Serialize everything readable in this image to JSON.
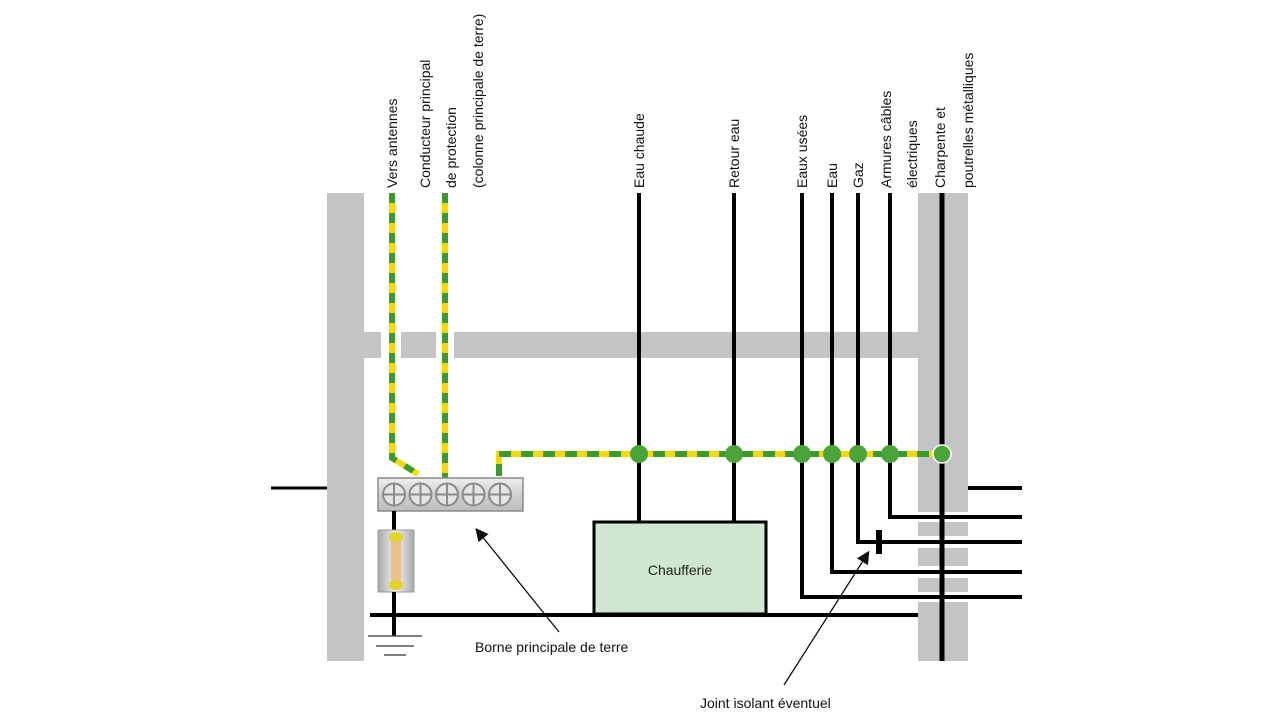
{
  "diagram": {
    "title": "",
    "colors": {
      "wall": "#c4c4c4",
      "conductor": "#000000",
      "earth_yellow": "#ffd700",
      "earth_green": "#3a9a2e",
      "node_green": "#4aa43a",
      "boiler_fill": "#cfe6cf",
      "terminal_fill": "#d6d6d6"
    },
    "top_labels": [
      {
        "id": "antennes",
        "lines": [
          "Vers antennes"
        ]
      },
      {
        "id": "conducteur",
        "lines": [
          "Conducteur principal",
          "de protection",
          "(colonne principale de terre)"
        ]
      },
      {
        "id": "eau-chaude",
        "lines": [
          "Eau chaude"
        ]
      },
      {
        "id": "retour-eau",
        "lines": [
          "Retour eau"
        ]
      },
      {
        "id": "eaux-usees",
        "lines": [
          "Eaux usées"
        ]
      },
      {
        "id": "eau",
        "lines": [
          "Eau"
        ]
      },
      {
        "id": "gaz",
        "lines": [
          "Gaz"
        ]
      },
      {
        "id": "armures",
        "lines": [
          "Armures câbles",
          "électriques"
        ]
      },
      {
        "id": "charpente",
        "lines": [
          "Charpente et",
          "poutrelles métalliques"
        ]
      }
    ],
    "boiler_label": "Chaufferie",
    "terminal_label": "Borne principale de terre",
    "joint_label": "Joint isolant éventuel",
    "terminal_screws": 5
  }
}
